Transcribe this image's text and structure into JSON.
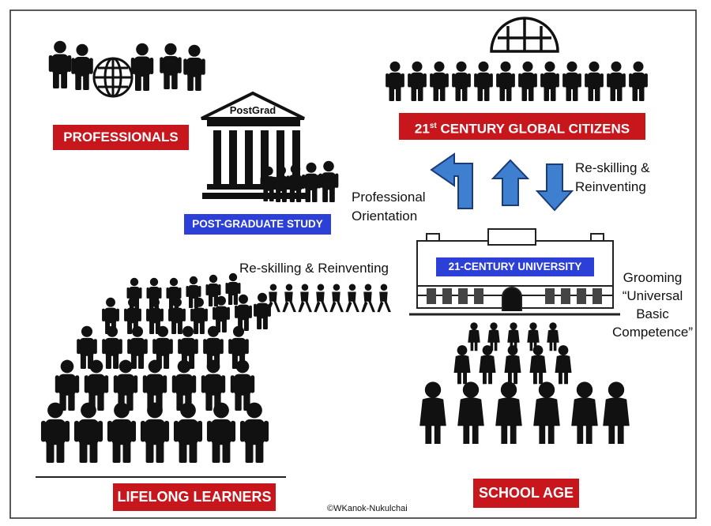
{
  "labels": {
    "professionals": "PROFESSIONALS",
    "postgrad_study": "POST-GRADUATE STUDY",
    "global_citizens_prefix": "21",
    "global_citizens_sup": "st",
    "global_citizens_rest": " CENTURY GLOBAL CITIZENS",
    "university": "21-CENTURY UNIVERSITY",
    "lifelong_learners": "LIFELONG LEARNERS",
    "school_age": "SCHOOL AGE"
  },
  "building_sign": "PostGrad",
  "annotations": {
    "professional_orientation": [
      "Professional",
      "Orientation"
    ],
    "reskilling_top": [
      "Re-skilling &",
      "Reinventing"
    ],
    "reskilling_middle": "Re-skilling & Reinventing",
    "grooming": [
      "Grooming",
      "“Universal",
      "Basic",
      "Competence”"
    ]
  },
  "copyright": "©WKanok-Nukulchai",
  "colors": {
    "label_red": "#c8161d",
    "label_blue": "#2c3fd6",
    "arrow_blue": "#3f7fd0",
    "arrow_outline": "#1a3d7a",
    "silhouette": "#111111"
  },
  "icons": [
    "globe-icon",
    "person-silhouette-icon",
    "building-icon",
    "arrow-icon"
  ]
}
